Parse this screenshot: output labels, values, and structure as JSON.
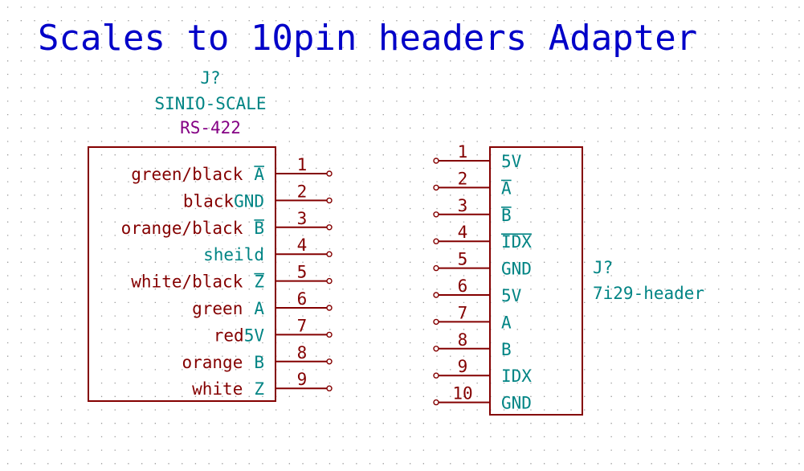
{
  "title": "Scales to 10pin headers Adapter",
  "colors": {
    "title": "#0000c8",
    "body": "#840000",
    "field": "#008484",
    "wire_label": "#840000",
    "pin_num": "#840000",
    "value": "#840084",
    "grid": "#9a9a9a"
  },
  "left_connector": {
    "reference": "J?",
    "name": "SINIO-SCALE",
    "value": "RS-422",
    "pins": [
      {
        "num": "1",
        "wire": "green/black",
        "signal": "A",
        "overline": true
      },
      {
        "num": "2",
        "wire": "black",
        "signal": "GND",
        "overline": false
      },
      {
        "num": "3",
        "wire": "orange/black",
        "signal": "B",
        "overline": true
      },
      {
        "num": "4",
        "wire": "",
        "signal": "sheild",
        "overline": false
      },
      {
        "num": "5",
        "wire": "white/black",
        "signal": "Z",
        "overline": true
      },
      {
        "num": "6",
        "wire": "green",
        "signal": "A",
        "overline": false
      },
      {
        "num": "7",
        "wire": "red",
        "signal": "5V",
        "overline": false
      },
      {
        "num": "8",
        "wire": "orange",
        "signal": "B",
        "overline": false
      },
      {
        "num": "9",
        "wire": "white",
        "signal": "Z",
        "overline": false
      }
    ]
  },
  "right_connector": {
    "reference": "J?",
    "name": "7i29-header",
    "pins": [
      {
        "num": "1",
        "signal": "5V",
        "overline": false
      },
      {
        "num": "2",
        "signal": "A",
        "overline": true
      },
      {
        "num": "3",
        "signal": "B",
        "overline": true
      },
      {
        "num": "4",
        "signal": "IDX",
        "overline": true
      },
      {
        "num": "5",
        "signal": "GND",
        "overline": false
      },
      {
        "num": "6",
        "signal": "5V",
        "overline": false
      },
      {
        "num": "7",
        "signal": "A",
        "overline": false
      },
      {
        "num": "8",
        "signal": "B",
        "overline": false
      },
      {
        "num": "9",
        "signal": "IDX",
        "overline": false
      },
      {
        "num": "10",
        "signal": "GND",
        "overline": false
      }
    ]
  }
}
